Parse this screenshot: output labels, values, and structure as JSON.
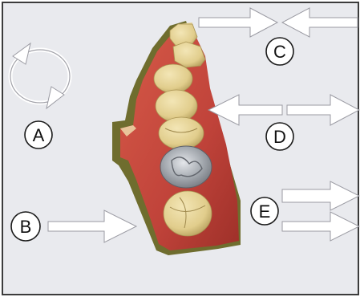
{
  "labels": {
    "a": "A",
    "b": "B",
    "c": "C",
    "d": "D",
    "e": "E"
  },
  "colors": {
    "background": "#e9eaee",
    "frame": "#3c3c3c",
    "gum": "#c44a3a",
    "gum_shadow": "#6b6a2a",
    "tooth": "#e6d49a",
    "tooth_shade": "#b9a463",
    "crown": "#9a9ea4",
    "arrow_fill": "#ffffff",
    "arrow_stroke": "#9a9aa2"
  },
  "icons": {
    "rotate": "rotate-arrows-icon"
  }
}
